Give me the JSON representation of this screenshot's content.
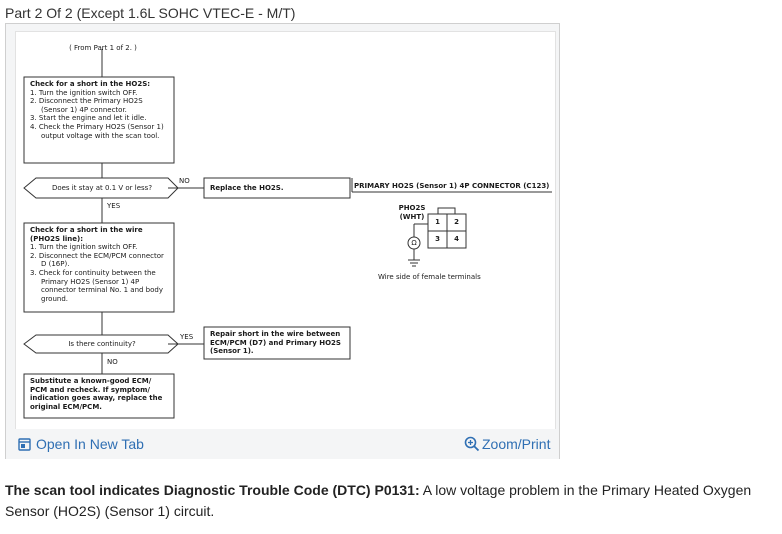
{
  "header": {
    "title": "Part 2 Of 2 (Except 1.6L SOHC VTEC-E - M/T)"
  },
  "diagram": {
    "from_part": "( From Part 1 of 2. )",
    "box1": {
      "heading": "Check for a short in the HO2S:",
      "steps": [
        "1.  Turn the ignition switch OFF.",
        "2.  Disconnect the Primary HO2S (Sensor 1) 4P connector.",
        "3.  Start the engine and let it idle.",
        "4.  Check the Primary HO2S (Sensor 1) output voltage with the scan tool."
      ]
    },
    "decision1": {
      "question": "Does it stay at 0.1 V or less?",
      "no_label": "NO",
      "yes_label": "YES"
    },
    "action1": "Replace the HO2S.",
    "connector": {
      "title": "PRIMARY HO2S (Sensor 1) 4P CONNECTOR (C123)",
      "label_line1": "PHO2S",
      "label_line2": "(WHT)",
      "pin1": "1",
      "pin2": "2",
      "pin3": "3",
      "pin4": "4",
      "meter": "Ω",
      "caption": "Wire side of female terminals"
    },
    "box2": {
      "heading": "Check for a short in the wire (PHO2S line):",
      "steps": [
        "1.  Turn the ignition switch OFF.",
        "2.  Disconnect the ECM/PCM connector D (16P).",
        "3.  Check for continuity between the Primary HO2S (Sensor 1) 4P connector terminal No. 1 and body ground."
      ]
    },
    "decision2": {
      "question": "Is there continuity?",
      "yes_label": "YES",
      "no_label": "NO"
    },
    "action2": "Repair short in the wire between ECM/PCM (D7) and Primary HO2S (Sensor 1).",
    "box3": "Substitute a known-good ECM/ PCM and recheck. If symptom/ indication goes away, replace the original ECM/PCM."
  },
  "links": {
    "open_tab": "Open In New Tab",
    "zoom_print": "Zoom/Print"
  },
  "caption": {
    "bold": "The scan tool indicates Diagnostic Trouble Code (DTC) P0131:",
    "text": " A low voltage problem in the Primary Heated Oxygen Sensor (HO2S) (Sensor 1) circuit."
  },
  "colors": {
    "link": "#2f6fb3",
    "text": "#222222",
    "card_bg": "#f4f5f6"
  }
}
